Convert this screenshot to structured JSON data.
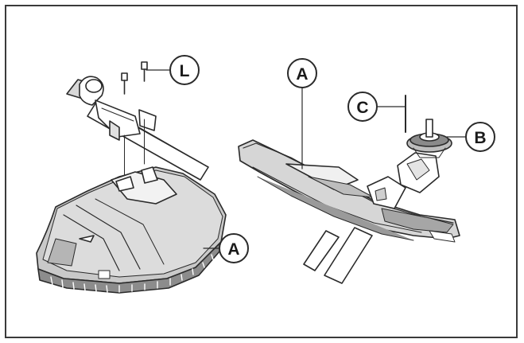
{
  "callouts": {
    "L": "L",
    "A_left": "A",
    "A_right": "A",
    "B": "B",
    "C": "C"
  },
  "colors": {
    "line": "#2a2a2a",
    "shade_light": "#cfcfcf",
    "shade_mid": "#a8a8a8",
    "shade_dark": "#6e6e6e",
    "paper": "#ffffff"
  }
}
